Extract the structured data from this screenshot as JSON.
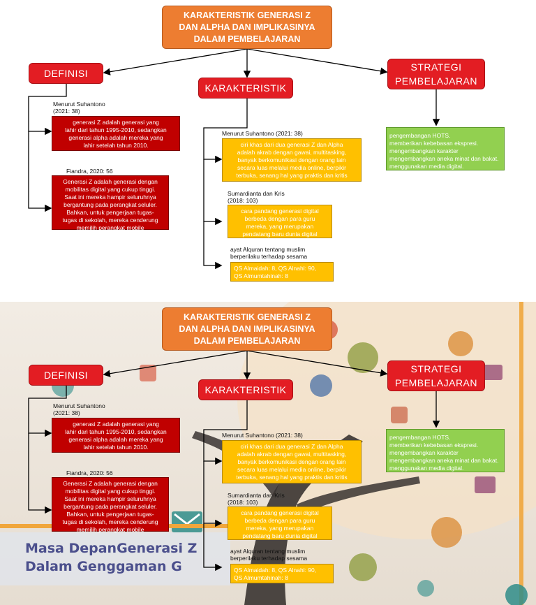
{
  "diagram": {
    "title": [
      "KARAKTERISTIK GENERASI Z",
      "DAN ALPHA DAN IMPLIKASINYA",
      "DALAM PEMBELAJARAN"
    ],
    "definisi": {
      "heading": "DEFINISI",
      "source1": [
        "Menurut  Suhantono",
        "(2021: 38)"
      ],
      "box1": [
        "generasi Z adalah generasi yang",
        "lahir  dari tahun 1995-2010, sedangkan",
        "generasi alpha adalah mereka yang",
        "lahir  setelah tahun 2010."
      ],
      "source2": "Fiandra, 2020: 56",
      "box2": [
        "Generasi Z adalah generasi dengan",
        "mobilitas digital yang cukup tinggi.",
        "Saat ini mereka hampir seluruhnya",
        "bergantung pada perangkat seluler.",
        "Bahkan, untuk pengerjaan tugas-",
        "tugas di sekolah, mereka cenderung",
        "memilih  perangkat mobile"
      ]
    },
    "karakteristik": {
      "heading": "KARAKTERISTIK",
      "source1": "Menurut Suhantono (2021: 38)",
      "box1": [
        "ciri khas dari dua generasi Z dan Alpha",
        "adalah akrab dengan gawai, multitasking,",
        "banyak berkomunikasi dengan orang lain",
        "secara luas melalui media online, berpikir",
        "terbuka, senang hal yang praktis dan kritis"
      ],
      "source2": [
        "Sumardianta  dan  Kris",
        "(2018: 103)"
      ],
      "box2": [
        "cara pandang generasi digital",
        "berbeda dengan para guru",
        "mereka,  yang merupakan",
        "pendatang baru dunia digital"
      ],
      "source3": [
        "ayat  Alquran tentang muslim",
        "berperilaku terhadap sesama"
      ],
      "box3": [
        "QS Almaidah: 8, QS Alnahl: 90,",
        "QS Almumtahinah: 8"
      ]
    },
    "strategi": {
      "heading": [
        "STRATEGI",
        "PEMBELAJARAN"
      ],
      "box": [
        "pengembangan  HOTS.",
        "memberikan kebebasan  ekspresi.",
        "mengembangkan karakter",
        "mengembangkan aneka minat dan bakat.",
        "menggunakan media digital."
      ]
    }
  },
  "banner": {
    "line1": "Masa DepanGenerasi Z",
    "line2": "Dalam Genggaman G"
  },
  "colors": {
    "title_fill": "#ed7d31",
    "heading_fill": "#e31d23",
    "definisi_box_fill": "#c00000",
    "karakteristik_box_fill": "#ffc000",
    "strategi_box_fill": "#92d050",
    "banner_text": "#4b4f8c"
  }
}
